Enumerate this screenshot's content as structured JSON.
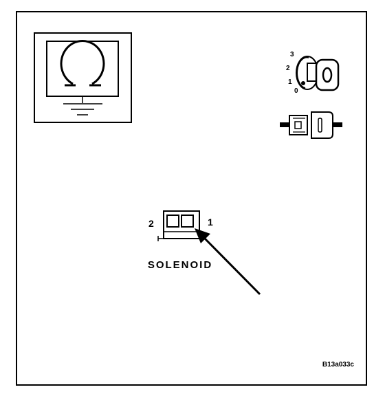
{
  "ignition": {
    "positions": [
      "3",
      "2",
      "1",
      "0"
    ]
  },
  "connector": {
    "pin_left": "2",
    "pin_right": "1"
  },
  "component_label": "SOLENOID",
  "figure_code": "B13a033c",
  "colors": {
    "ink": "#000000",
    "paper": "#ffffff",
    "frame": "#000000"
  },
  "icons": [
    "ohmmeter-icon",
    "ignition-key-icon",
    "connector-plug-icon",
    "solenoid-connector-icon",
    "arrow-icon"
  ]
}
